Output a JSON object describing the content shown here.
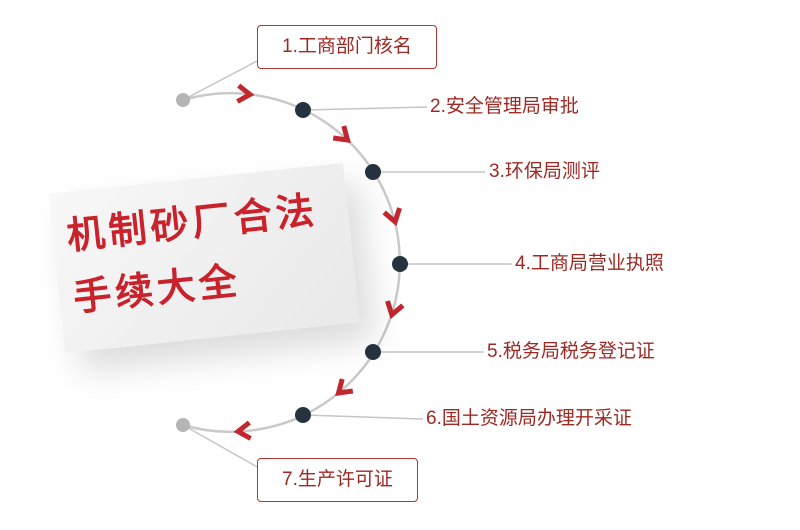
{
  "title": {
    "line1": "机制砂厂合法",
    "line2": "手续大全"
  },
  "steps": [
    {
      "label": "1.工商部门核名",
      "boxed": true
    },
    {
      "label": "2.安全管理局审批",
      "boxed": false
    },
    {
      "label": "3.环保局测评",
      "boxed": false
    },
    {
      "label": "4.工商局营业执照",
      "boxed": false
    },
    {
      "label": "5.税务局税务登记证",
      "boxed": false
    },
    {
      "label": "6.国土资源局办理开采证",
      "boxed": false
    },
    {
      "label": "7.生产许可证",
      "boxed": true
    }
  ],
  "colors": {
    "title_red": "#c9222b",
    "label_red": "#9f2823",
    "chevron_red": "#c1272d",
    "arc_gray": "#c9c9c9",
    "node_dark": "#263240",
    "endpoint_gray": "#b5b5b5"
  }
}
